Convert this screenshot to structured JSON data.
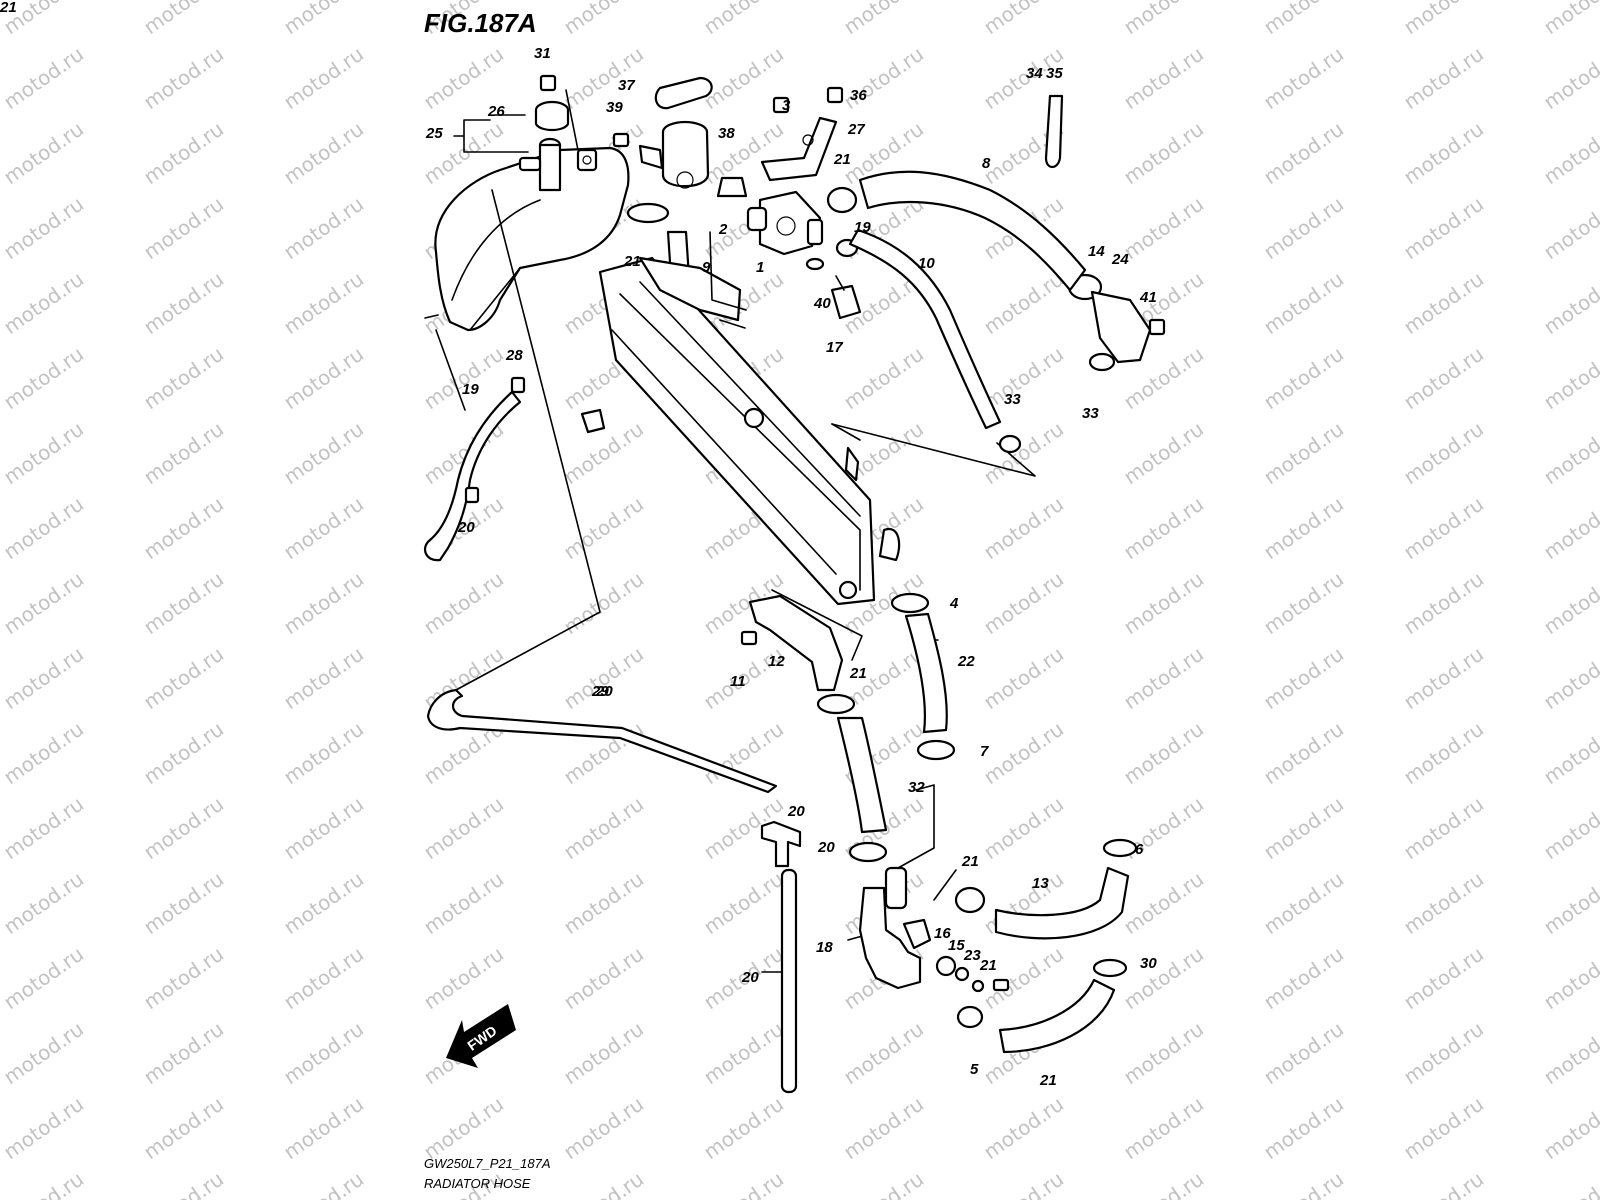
{
  "figure": {
    "title": "FIG.187A",
    "code": "GW250L7_P21_187A",
    "subtitle": "RADIATOR HOSE",
    "fwd_label": "FWD",
    "watermark": "motod.ru"
  },
  "callouts": [
    "31",
    "26",
    "25",
    "37",
    "39",
    "38",
    "3",
    "36",
    "27",
    "34",
    "35",
    "21",
    "8",
    "2",
    "1",
    "19",
    "9",
    "10",
    "21",
    "14",
    "24",
    "41",
    "40",
    "17",
    "33",
    "28",
    "19",
    "33",
    "20",
    "4",
    "22",
    "11",
    "12",
    "21",
    "29",
    "20",
    "7",
    "32",
    "20",
    "20",
    "21",
    "6",
    "13",
    "18",
    "16",
    "15",
    "23",
    "21",
    "30",
    "20",
    "5",
    "21",
    "21"
  ]
}
